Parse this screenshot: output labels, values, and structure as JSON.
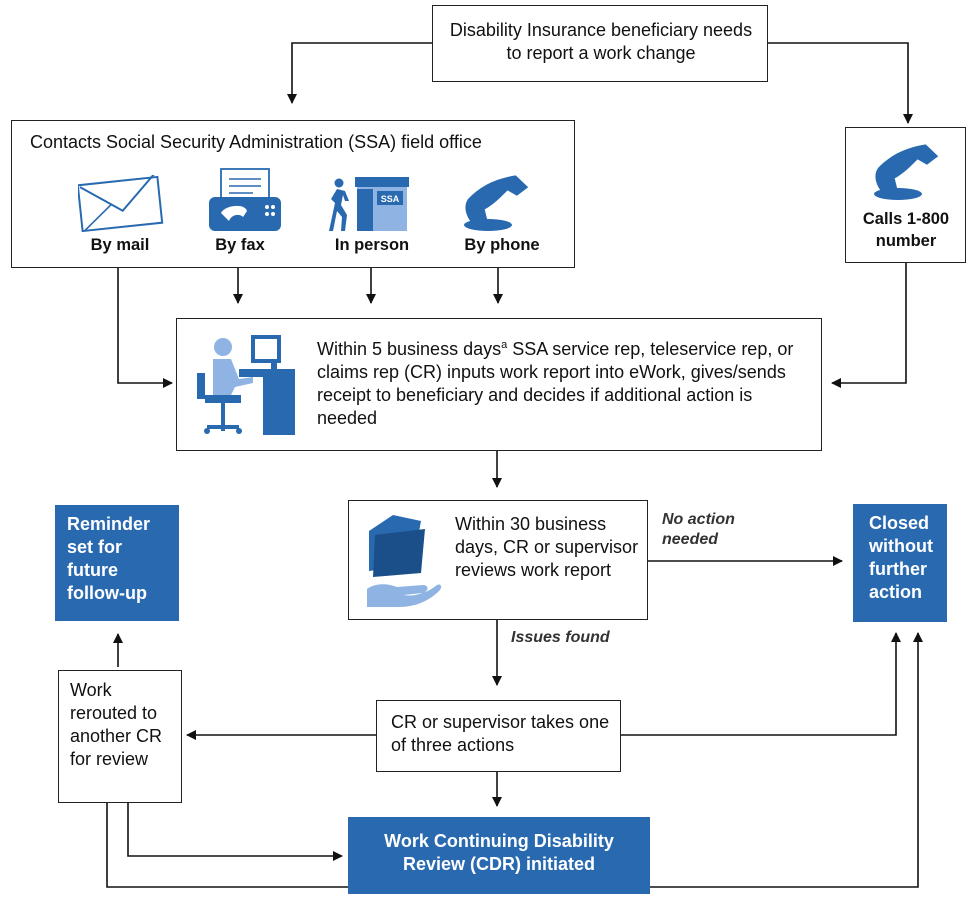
{
  "nodes": {
    "start": "Disability Insurance beneficiary needs to report a work change",
    "field_office_title": "Contacts Social Security Administration (SSA) field office",
    "methods": [
      {
        "label": "By mail",
        "icon": "envelope-icon"
      },
      {
        "label": "By fax",
        "icon": "fax-icon"
      },
      {
        "label": "In person",
        "icon": "person-entering-office-icon"
      },
      {
        "label": "By phone",
        "icon": "phone-handset-icon"
      }
    ],
    "call_label": "Calls 1-800 number",
    "input_pre": "Within 5 business days",
    "input_sup": "a",
    "input_post": " SSA service rep, teleservice rep, or claims rep (CR) inputs work report into eWork, gives/sends receipt to beneficiary and decides if additional action is needed",
    "review": "Within 30 business days, CR or supervisor reviews work report",
    "closed": "Closed without further action",
    "reminder": "Reminder set for future follow-up",
    "actions": "CR or supervisor takes one of three actions",
    "rerouted": "Work rerouted to another CR for review",
    "cdr": "Work Continuing Disability Review (CDR) initiated"
  },
  "edge_labels": {
    "no_action": "No action needed",
    "issues": "Issues found"
  },
  "icons": {
    "input": "person-at-computer-icon",
    "review": "folder-in-hand-icon",
    "ssa_sign": "SSA"
  },
  "colors": {
    "accent": "#2869b0",
    "accent_light": "#8fb3e3",
    "line": "#111111"
  }
}
